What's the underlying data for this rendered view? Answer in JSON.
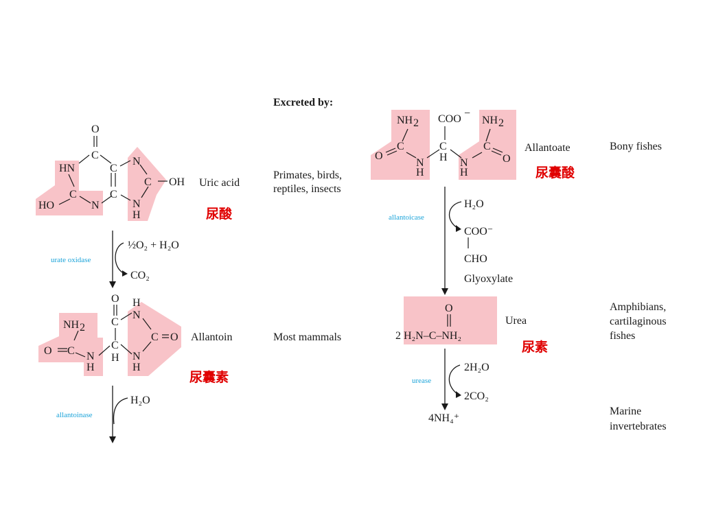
{
  "header": {
    "excreted_by": "Excreted by:"
  },
  "uric_acid": {
    "name": "Uric acid",
    "chinese": "尿酸",
    "excreted_by": [
      "Primates, birds,",
      "reptiles, insects"
    ]
  },
  "step1": {
    "enzyme": "urate oxidase",
    "input_half": "½",
    "input_rest": "O₂ + H₂O",
    "output": "CO₂"
  },
  "allantoin": {
    "name": "Allantoin",
    "chinese": "尿囊素",
    "excreted_by": "Most mammals"
  },
  "step2": {
    "enzyme": "allantoinase",
    "input": "H₂O"
  },
  "allantoate": {
    "name": "Allantoate",
    "chinese": "尿囊酸",
    "excreted_by": "Bony fishes"
  },
  "step3": {
    "enzyme": "allantoicase",
    "input": "H₂O",
    "product_cooh": "COO⁻",
    "product_cho": "CHO",
    "product_name": "Glyoxylate"
  },
  "urea": {
    "name": "Urea",
    "chinese": "尿素",
    "formula": "2 H₂N–C–NH₂",
    "excreted_by": [
      "Amphibians,",
      "cartilaginous",
      "fishes"
    ]
  },
  "step4": {
    "enzyme": "urease",
    "input": "2H₂O",
    "output": "2CO₂",
    "product": "4NH₄⁺"
  },
  "ammonia": {
    "excreted_by": [
      "Marine",
      "invertebrates"
    ]
  }
}
